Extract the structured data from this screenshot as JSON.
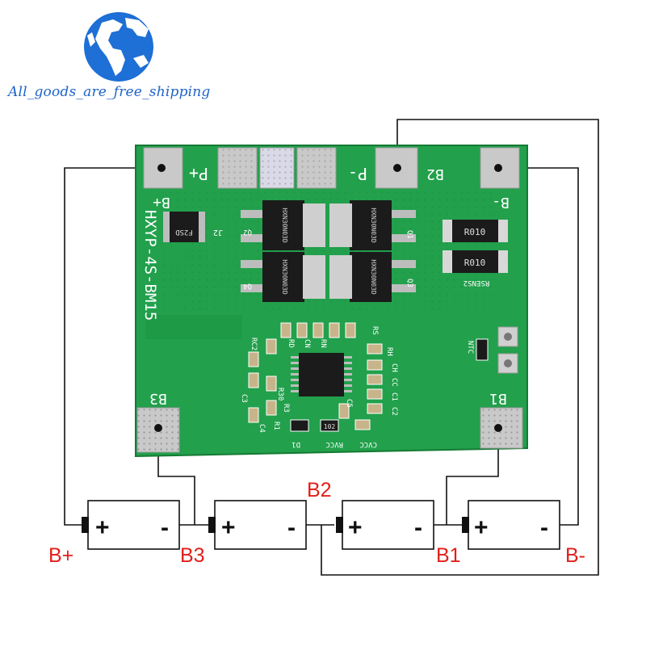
{
  "logo": {
    "text": "All_goods_are_free_shipping",
    "colors": {
      "ocean": "#1e6fd6",
      "land": "#ffffff"
    }
  },
  "board": {
    "model_label": "HXYP-4S-BM15",
    "pad_labels": {
      "p_plus": "P+",
      "p_minus": "P-",
      "b_plus": "B+",
      "b_minus": "B-",
      "b1": "B1",
      "b2": "B2",
      "b3": "B3"
    },
    "component_labels": {
      "j2": "J2",
      "q1": "Q1",
      "q2": "Q2",
      "q3": "Q3",
      "q4": "Q4",
      "mosfet_marking": "HXN30N03D",
      "diode_marking": "F2SD",
      "shunt_marking": "R010",
      "rsense": "RSENS2",
      "ntc": "NTC",
      "r102": "102",
      "c3": "C3",
      "c4": "C4",
      "rc2": "RC2",
      "rs": "RS",
      "rh": "RH",
      "ch": "CH",
      "cc": "CC",
      "rd": "RD",
      "cn": "CN",
      "rn": "RN",
      "d1": "D1",
      "r3": "R3",
      "r1": "R1",
      "r30": "R30",
      "cvcc": "CVCC",
      "rvcc": "RVCC",
      "c1": "C1",
      "c2": "C2",
      "c5": "C5"
    },
    "colors": {
      "pcb": "#22a04c",
      "pcb_dark": "#178a3c",
      "pad": "#c9c9c9",
      "silk": "#ffffff"
    }
  },
  "wiring": {
    "labels": {
      "b_plus": "B+",
      "b3": "B3",
      "b2": "B2",
      "b1": "B1",
      "b_minus": "B-"
    },
    "label_color": "#e0201b",
    "cell_terminals": {
      "positive": "+",
      "negative": "-"
    }
  }
}
